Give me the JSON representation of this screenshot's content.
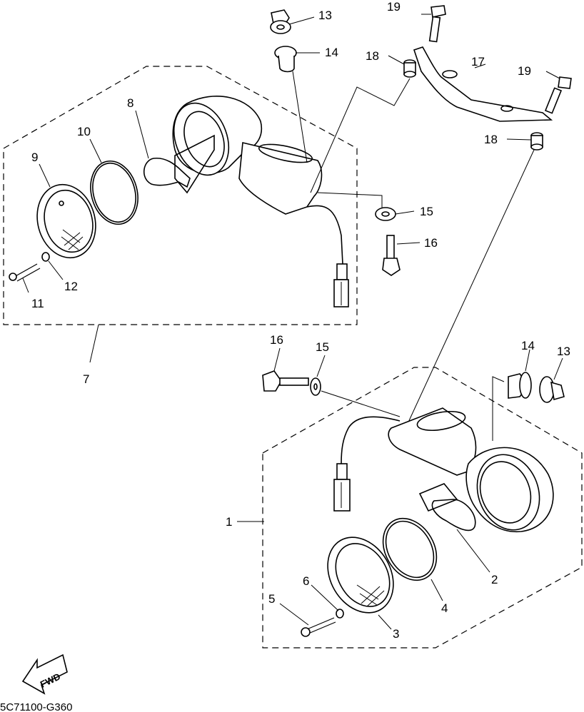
{
  "diagram": {
    "code": "5C71100-G360",
    "fwd_label": "FWD",
    "callouts": {
      "c1": "1",
      "c2": "2",
      "c3": "3",
      "c4": "4",
      "c5": "5",
      "c6": "6",
      "c7": "7",
      "c8": "8",
      "c9": "9",
      "c10": "10",
      "c11": "11",
      "c12": "12",
      "c13_top": "13",
      "c14_top": "14",
      "c15_top": "15",
      "c16_top": "16",
      "c17": "17",
      "c18_left": "18",
      "c18_right": "18",
      "c19_top": "19",
      "c19_right": "19",
      "c16_bottom": "16",
      "c15_bottom": "15",
      "c14_bottom": "14",
      "c13_bottom": "13"
    },
    "icons": [
      "forward-arrow-icon"
    ]
  }
}
